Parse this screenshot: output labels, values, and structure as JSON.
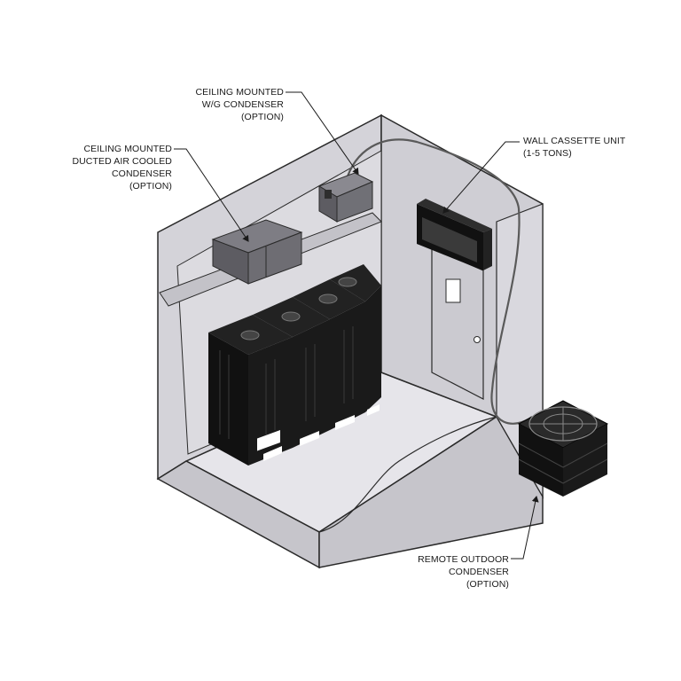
{
  "labels": {
    "wg_condenser": [
      "CEILING MOUNTED",
      "W/G CONDENSER",
      "(OPTION)"
    ],
    "ducted_condenser": [
      "CEILING MOUNTED",
      "DUCTED AIR COOLED",
      "CONDENSER",
      "(OPTION)"
    ],
    "wall_cassette": [
      "WALL CASSETTE UNIT",
      "(1-5 TONS)"
    ],
    "remote_condenser": [
      "REMOTE OUTDOOR",
      "CONDENSER",
      "(OPTION)"
    ]
  },
  "colors": {
    "wall_fill": "#d9d8de",
    "wall_inner": "#cfced4",
    "floor_fill": "#e6e5ea",
    "outline": "#2a2a2a",
    "equipment": "#111111",
    "rack_detail": "#3a3a3a"
  },
  "icons": {
    "server_rack": "server-rack-icon",
    "condenser": "condenser-icon",
    "door": "door-icon"
  }
}
